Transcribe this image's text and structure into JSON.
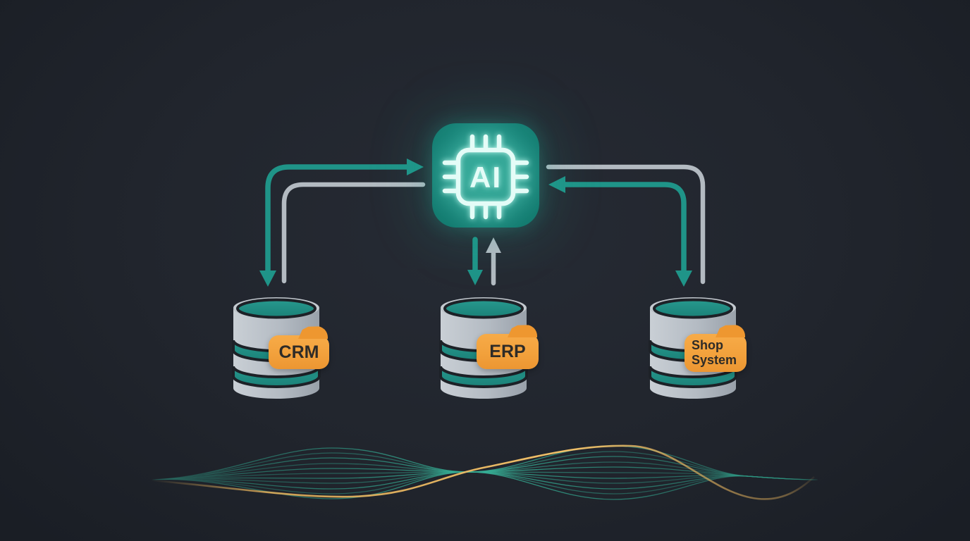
{
  "diagram": {
    "ai_node": {
      "label": "AI"
    },
    "databases": [
      {
        "id": "crm",
        "label": "CRM"
      },
      {
        "id": "erp",
        "label": "ERP"
      },
      {
        "id": "shop",
        "label": "Shop System"
      }
    ],
    "connections": [
      {
        "from": "CRM database",
        "to": "AI",
        "style": "teal double-headed arrow + gray parallel line"
      },
      {
        "from": "AI",
        "to": "ERP database",
        "style": "teal down arrow"
      },
      {
        "from": "ERP database",
        "to": "AI",
        "style": "gray up arrow"
      },
      {
        "from": "Shop System database",
        "to": "AI",
        "style": "teal double-headed arrow + gray parallel line"
      }
    ],
    "colors": {
      "background": "#21252d",
      "teal_arrow": "#1f9488",
      "gray_arrow": "#b3bac1",
      "chip_background": "#1e8d81",
      "chip_outline": "#e4fcf7",
      "db_body": "#b7bec6",
      "db_top": "#1f8c82",
      "label_orange": "#f2a13c",
      "label_text": "#2e2b27",
      "wave_teal": "#35ad94",
      "wave_orange": "#e9b45c"
    }
  }
}
